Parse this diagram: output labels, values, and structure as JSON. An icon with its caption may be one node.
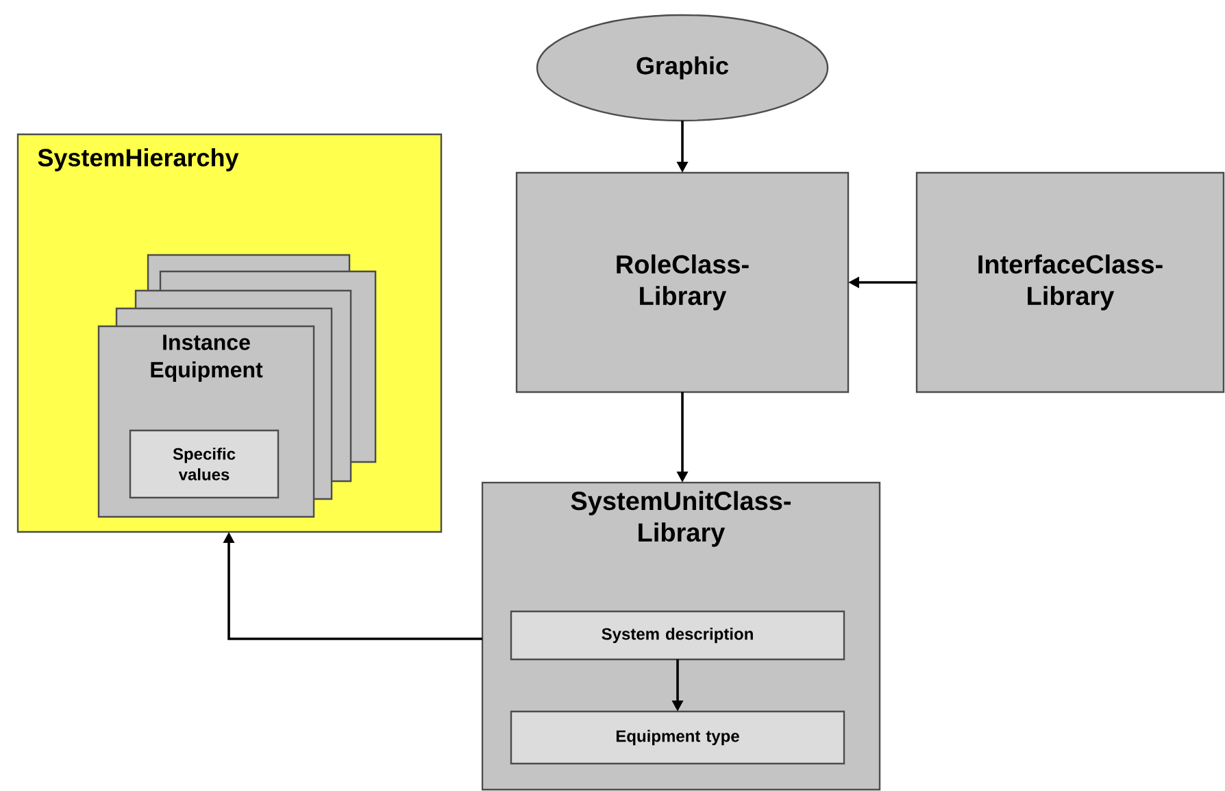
{
  "diagram": {
    "nodes": [
      {
        "text": [
          "Graphic"
        ]
      },
      {
        "text": [
          "RoleClass- Library"
        ]
      },
      {
        "text": [
          "InterfaceClass- Library"
        ]
      },
      {
        "text": [
          "SystemHierarchy"
        ]
      },
      {
        "text": [
          "Instance Equipment"
        ],
        "in": 3
      },
      {
        "text": [
          "Specific values"
        ],
        "in": 4
      },
      {
        "text": [
          "SystemUnitClass- Library"
        ]
      },
      {
        "text": [
          "System description"
        ],
        "in": 6
      },
      {
        "text": [
          "Equipment type"
        ],
        "in": 6
      }
    ],
    "edges": [
      {
        "from": 0,
        "to": 1,
        "arrow": "to"
      },
      {
        "from": 2,
        "to": 1,
        "arrow": "to"
      },
      {
        "from": 1,
        "to": 6,
        "arrow": "to"
      },
      {
        "from": 6,
        "to": 3,
        "arrow": "to"
      },
      {
        "from": 7,
        "to": 8,
        "arrow": "to"
      }
    ]
  }
}
